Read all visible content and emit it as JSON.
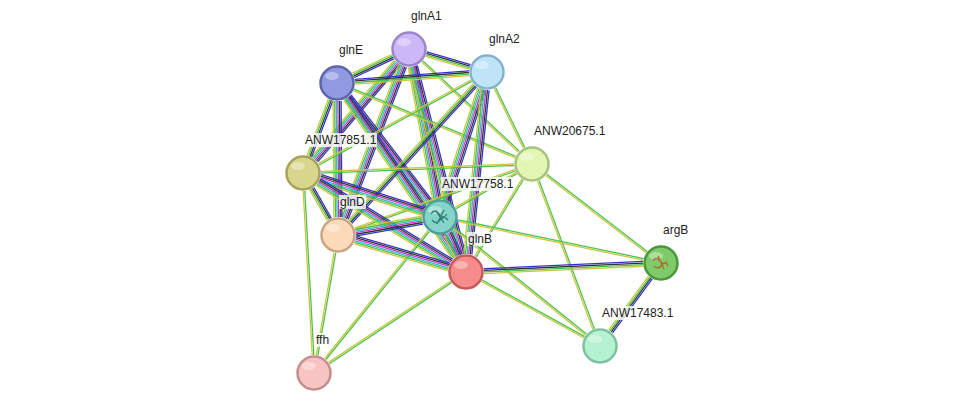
{
  "diagram": {
    "nodes": [
      {
        "text": [
          "glnA1"
        ]
      },
      {
        "text": [
          "glnE"
        ]
      },
      {
        "text": [
          "glnA2"
        ]
      },
      {
        "text": [
          "ANW20675.1"
        ]
      },
      {
        "text": [
          "ANW17851.1"
        ]
      },
      {
        "text": [
          "ANW17758.1"
        ]
      },
      {
        "text": [
          "glnD"
        ]
      },
      {
        "text": [
          "glnB"
        ]
      },
      {
        "text": [
          "argB"
        ]
      },
      {
        "text": [
          "ANW17483.1"
        ]
      },
      {
        "text": [
          "ffh"
        ]
      }
    ],
    "edges": [
      {
        "from": 0,
        "to": 1,
        "arrow": "none"
      },
      {
        "from": 0,
        "to": 2,
        "arrow": "none"
      },
      {
        "from": 0,
        "to": 3,
        "arrow": "none"
      },
      {
        "from": 0,
        "to": 4,
        "arrow": "none"
      },
      {
        "from": 0,
        "to": 5,
        "arrow": "none"
      },
      {
        "from": 0,
        "to": 6,
        "arrow": "none"
      },
      {
        "from": 0,
        "to": 7,
        "arrow": "none"
      },
      {
        "from": 1,
        "to": 2,
        "arrow": "none"
      },
      {
        "from": 1,
        "to": 3,
        "arrow": "none"
      },
      {
        "from": 1,
        "to": 4,
        "arrow": "none"
      },
      {
        "from": 1,
        "to": 5,
        "arrow": "none"
      },
      {
        "from": 1,
        "to": 6,
        "arrow": "none"
      },
      {
        "from": 1,
        "to": 7,
        "arrow": "none"
      },
      {
        "from": 2,
        "to": 3,
        "arrow": "none"
      },
      {
        "from": 2,
        "to": 4,
        "arrow": "none"
      },
      {
        "from": 2,
        "to": 5,
        "arrow": "none"
      },
      {
        "from": 2,
        "to": 6,
        "arrow": "none"
      },
      {
        "from": 2,
        "to": 7,
        "arrow": "none"
      },
      {
        "from": 3,
        "to": 4,
        "arrow": "none"
      },
      {
        "from": 3,
        "to": 5,
        "arrow": "none"
      },
      {
        "from": 3,
        "to": 6,
        "arrow": "none"
      },
      {
        "from": 3,
        "to": 7,
        "arrow": "none"
      },
      {
        "from": 3,
        "to": 8,
        "arrow": "none"
      },
      {
        "from": 3,
        "to": 9,
        "arrow": "none"
      },
      {
        "from": 4,
        "to": 5,
        "arrow": "none"
      },
      {
        "from": 4,
        "to": 6,
        "arrow": "none"
      },
      {
        "from": 4,
        "to": 7,
        "arrow": "none"
      },
      {
        "from": 4,
        "to": 10,
        "arrow": "none"
      },
      {
        "from": 5,
        "to": 6,
        "arrow": "none"
      },
      {
        "from": 5,
        "to": 7,
        "arrow": "none"
      },
      {
        "from": 5,
        "to": 8,
        "arrow": "none"
      },
      {
        "from": 5,
        "to": 9,
        "arrow": "none"
      },
      {
        "from": 5,
        "to": 10,
        "arrow": "none"
      },
      {
        "from": 6,
        "to": 7,
        "arrow": "none"
      },
      {
        "from": 6,
        "to": 10,
        "arrow": "none"
      },
      {
        "from": 7,
        "to": 8,
        "arrow": "none"
      },
      {
        "from": 7,
        "to": 9,
        "arrow": "none"
      },
      {
        "from": 7,
        "to": 10,
        "arrow": "none"
      },
      {
        "from": 8,
        "to": 9,
        "arrow": "none"
      }
    ]
  }
}
